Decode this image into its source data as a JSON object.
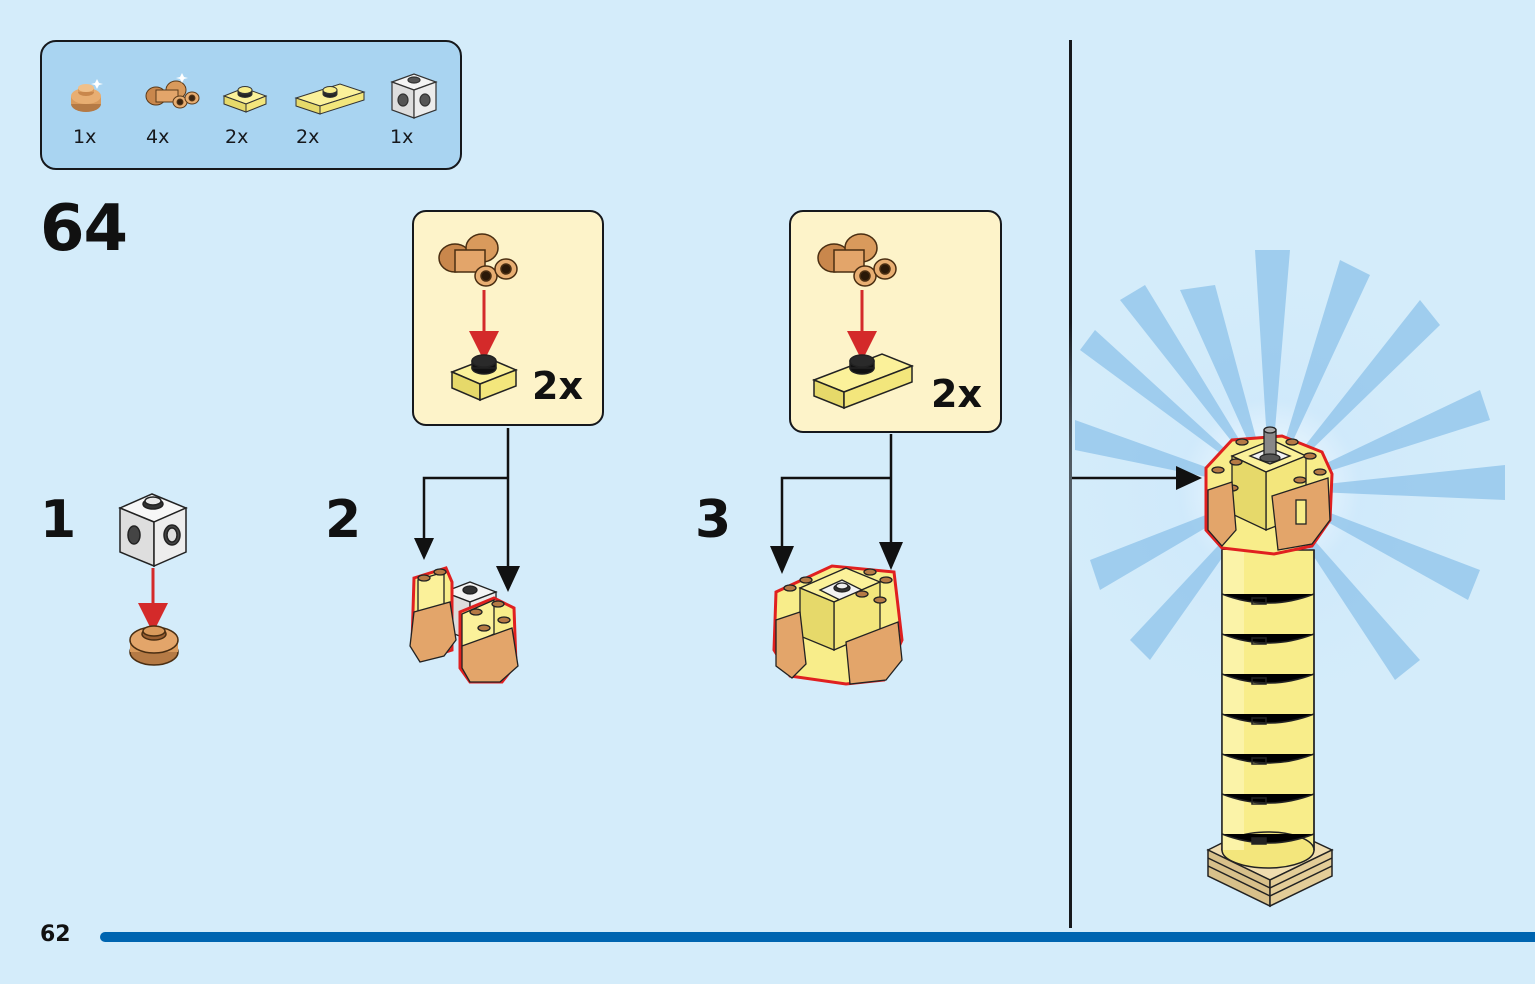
{
  "parts_list": [
    {
      "name": "plate-round-1x1-tan",
      "qty": "1x"
    },
    {
      "name": "binocular-tan",
      "qty": "4x"
    },
    {
      "name": "plate-1x1-yellow-jumper",
      "qty": "2x"
    },
    {
      "name": "plate-1x2-yellow-jumper",
      "qty": "2x"
    },
    {
      "name": "brick-1x1-studs-white",
      "qty": "1x"
    }
  ],
  "step_number": "64",
  "sub_steps": [
    {
      "number": "1"
    },
    {
      "number": "2",
      "callout_multiplier": "2x"
    },
    {
      "number": "3",
      "callout_multiplier": "2x"
    }
  ],
  "page_number": "62",
  "colors": {
    "background": "#d4ecfa",
    "parts_panel": "#a9d4f1",
    "callout": "#fdf3c9",
    "bottom_bar": "#0065b0",
    "yellow": "#f8ed8a",
    "tan": "#d99a5c",
    "highlight_red": "#e02020",
    "arrow_red": "#d42a2a"
  }
}
